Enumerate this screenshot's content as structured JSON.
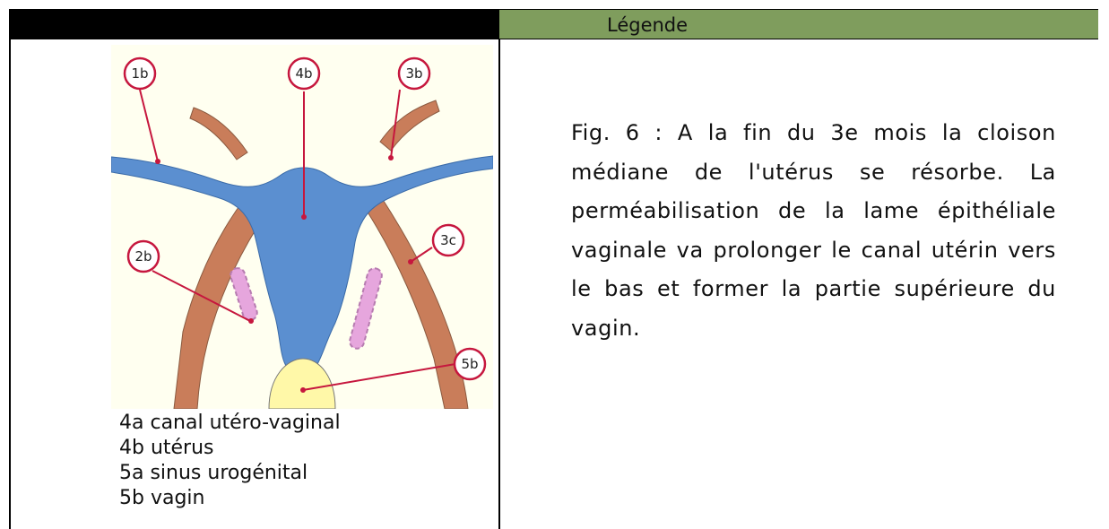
{
  "header": {
    "title": "Légende"
  },
  "figure": {
    "labels": [
      "1b",
      "4b",
      "3b",
      "2b",
      "3c",
      "5b"
    ],
    "colors": {
      "blue": "#5b8fd0",
      "brown": "#c97d5a",
      "yellow": "#fff8a8",
      "pink": "#e6a6dd",
      "red": "#c6173e"
    }
  },
  "legend_items": [
    "4a canal utéro-vaginal",
    "4b utérus",
    "5a sinus urogénital",
    "5b vagin"
  ],
  "description": "Fig. 6 : A la fin du 3e mois la cloison médiane de l'utérus se résorbe. La perméabilisation de la lame épithéliale vaginale va prolonger le canal utérin vers le bas et former la partie supérieure du vagin."
}
